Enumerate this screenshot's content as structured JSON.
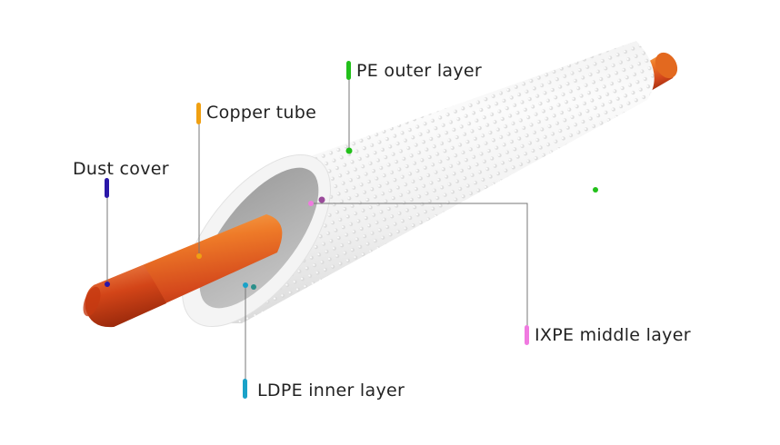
{
  "labels": {
    "pe_outer": "PE outer layer",
    "copper": "Copper tube",
    "dust": "Dust cover",
    "ixpe": "IXPE middle layer",
    "ldpe": "LDPE inner layer"
  },
  "colors": {
    "pe_outer": "#22c01a",
    "copper": "#f0a012",
    "dust": "#2a17a8",
    "ixpe": "#f07ae0",
    "ldpe": "#1aa2c8",
    "leader_line": "#666666",
    "copper_body": "#d2481a",
    "insulation": "#f1f1f1",
    "inner_layer": "#bdbdbd"
  }
}
